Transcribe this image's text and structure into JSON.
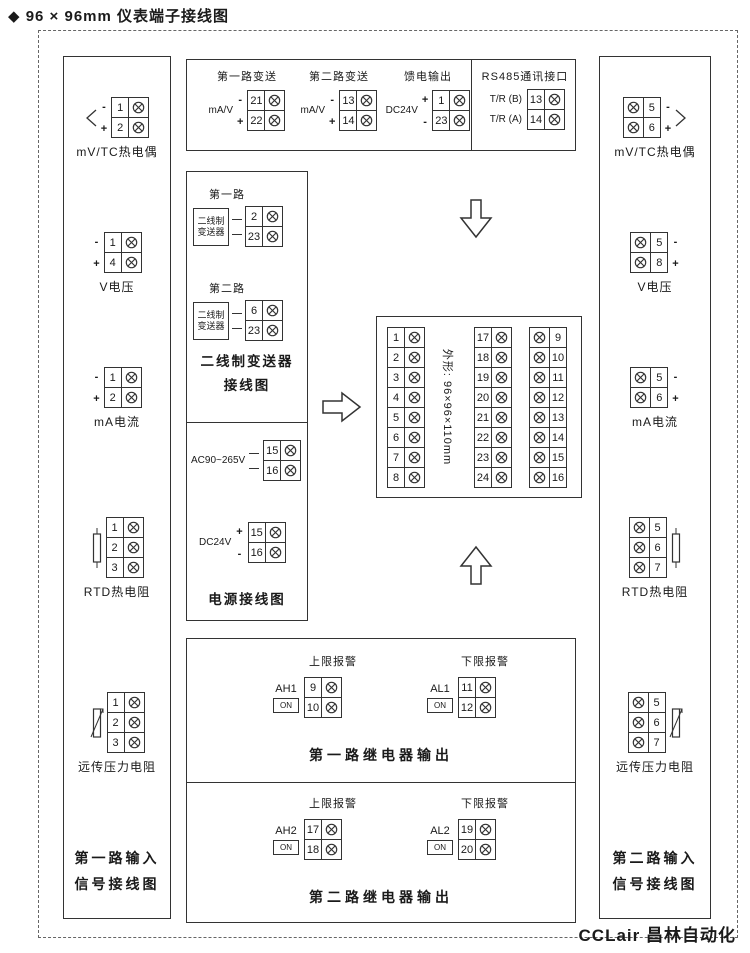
{
  "title": "◆ 96 × 96mm 仪表端子接线图",
  "footer_brand": "CCLair 昌林自动化",
  "left_panel": {
    "caption_line1": "第一路输入",
    "caption_line2": "信号接线图",
    "groups": [
      {
        "label": "mV/TC热电偶",
        "terminals": [
          "1",
          "2"
        ],
        "polarity": [
          "-",
          "+"
        ]
      },
      {
        "label": "V电压",
        "terminals": [
          "1",
          "4"
        ],
        "polarity": [
          "-",
          "+"
        ]
      },
      {
        "label": "mA电流",
        "terminals": [
          "1",
          "2"
        ],
        "polarity": [
          "-",
          "+"
        ]
      },
      {
        "label": "RTD热电阻",
        "terminals": [
          "1",
          "2",
          "3"
        ]
      },
      {
        "label": "远传压力电阻",
        "terminals": [
          "1",
          "2",
          "3"
        ]
      }
    ]
  },
  "right_panel": {
    "caption_line1": "第二路输入",
    "caption_line2": "信号接线图",
    "groups": [
      {
        "label": "mV/TC热电偶",
        "terminals": [
          "5",
          "6"
        ],
        "polarity": [
          "-",
          "+"
        ]
      },
      {
        "label": "V电压",
        "terminals": [
          "5",
          "8"
        ],
        "polarity": [
          "-",
          "+"
        ]
      },
      {
        "label": "mA电流",
        "terminals": [
          "5",
          "6"
        ],
        "polarity": [
          "-",
          "+"
        ]
      },
      {
        "label": "RTD热电阻",
        "terminals": [
          "5",
          "6",
          "7"
        ]
      },
      {
        "label": "远传压力电阻",
        "terminals": [
          "5",
          "6",
          "7"
        ]
      }
    ]
  },
  "transmit_box": {
    "groups": [
      {
        "title": "第一路变送",
        "signal": "mA/V",
        "polarity": [
          "-",
          "+"
        ],
        "terminals": [
          "21",
          "22"
        ]
      },
      {
        "title": "第二路变送",
        "signal": "mA/V",
        "polarity": [
          "-",
          "+"
        ],
        "terminals": [
          "13",
          "14"
        ]
      },
      {
        "title": "馈电输出",
        "signal": "DC24V",
        "polarity": [
          "+",
          "-"
        ],
        "terminals": [
          "1",
          "23"
        ]
      }
    ],
    "rs485": {
      "title": "RS485通讯接口",
      "rows": [
        {
          "label": "T/R (B)",
          "terminals": [
            "13"
          ]
        },
        {
          "label": "T/R (A)",
          "terminals": [
            "14"
          ]
        }
      ]
    }
  },
  "two_wire_box": {
    "caption": "二线制变送器接线图",
    "groups": [
      {
        "title": "第一路",
        "device": "二线制变送器",
        "terminals": [
          "2",
          "23"
        ]
      },
      {
        "title": "第二路",
        "device": "二线制变送器",
        "terminals": [
          "6",
          "23"
        ]
      }
    ]
  },
  "power_box": {
    "caption": "电源接线图",
    "groups": [
      {
        "label": "AC90~265V",
        "terminals": [
          "15",
          "16"
        ]
      },
      {
        "label": "DC24V",
        "polarity": [
          "+",
          "-"
        ],
        "terminals": [
          "15",
          "16"
        ]
      }
    ]
  },
  "main_block": {
    "shape_label": "外形: 96×96×110mm",
    "left_terminals": [
      "1",
      "2",
      "3",
      "4",
      "5",
      "6",
      "7",
      "8"
    ],
    "middle_terminals": [
      "17",
      "18",
      "19",
      "20",
      "21",
      "22",
      "23",
      "24"
    ],
    "right_terminals": [
      "9",
      "10",
      "11",
      "12",
      "13",
      "14",
      "15",
      "16"
    ]
  },
  "relay_box": {
    "sections": [
      {
        "caption": "第一路继电器输出",
        "high": {
          "title": "上限报警",
          "name": "AH1",
          "switch": "ON",
          "terminals": [
            "9",
            "10"
          ]
        },
        "low": {
          "title": "下限报警",
          "name": "AL1",
          "switch": "ON",
          "terminals": [
            "11",
            "12"
          ]
        }
      },
      {
        "caption": "第二路继电器输出",
        "high": {
          "title": "上限报警",
          "name": "AH2",
          "switch": "ON",
          "terminals": [
            "17",
            "18"
          ]
        },
        "low": {
          "title": "下限报警",
          "name": "AL2",
          "switch": "ON",
          "terminals": [
            "19",
            "20"
          ]
        }
      }
    ]
  }
}
